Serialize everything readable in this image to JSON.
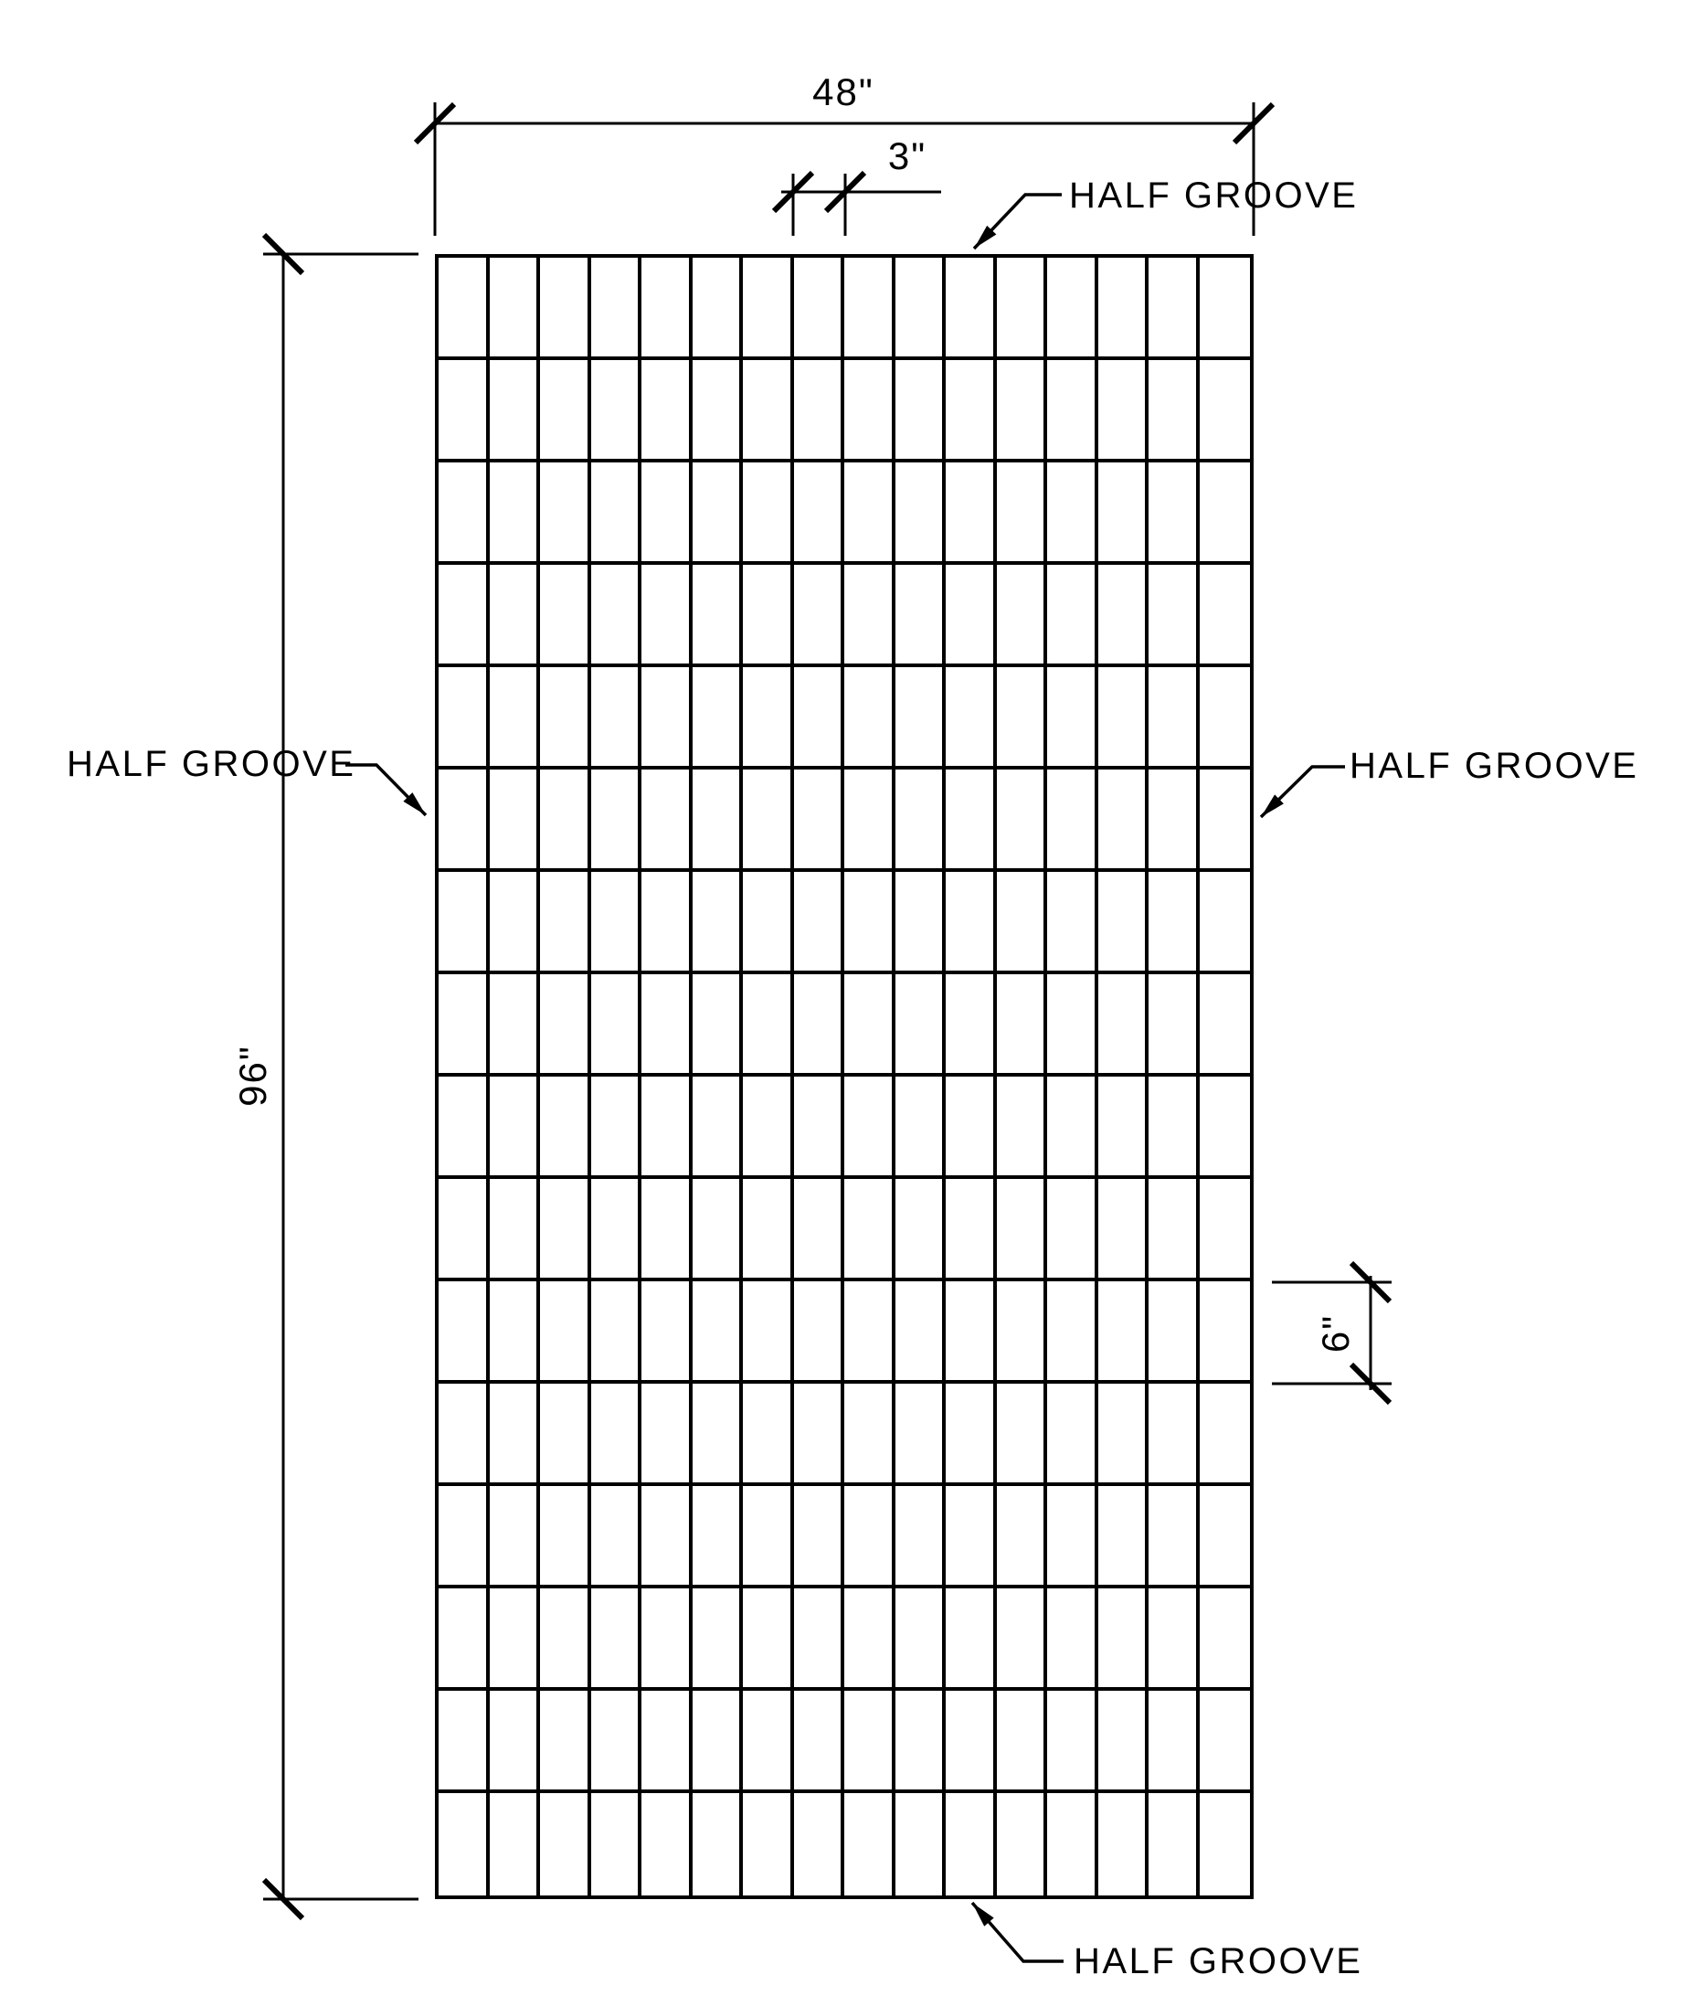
{
  "drawing": {
    "dimensions": {
      "panel_width": "48\"",
      "groove_spacing": "3\"",
      "panel_height": "96\"",
      "row_spacing": "6\""
    },
    "callouts": {
      "top": "HALF GROOVE",
      "left": "HALF GROOVE",
      "right": "HALF GROOVE",
      "bottom": "HALF GROOVE"
    },
    "grid": {
      "columns": 16,
      "rows": 16
    },
    "colors": {
      "line": "#000000",
      "background": "#ffffff"
    }
  }
}
